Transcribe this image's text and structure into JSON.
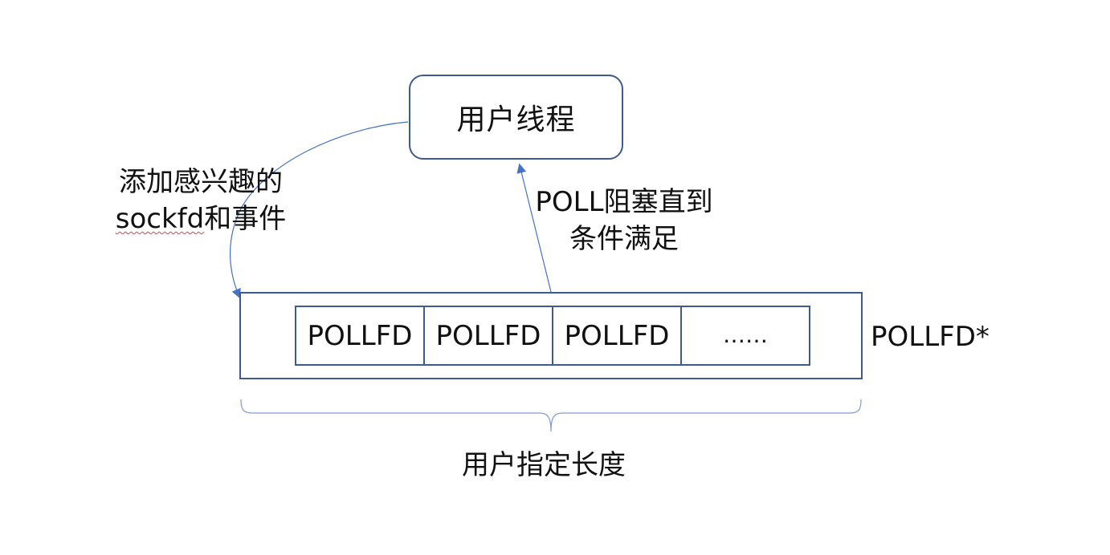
{
  "thread": {
    "label": "用户线程"
  },
  "array": {
    "cells": [
      "POLLFD",
      "POLLFD",
      "POLLFD",
      "……"
    ],
    "pointer_label": "POLLFD*"
  },
  "labels": {
    "add_line1": "添加感兴趣的",
    "add_line2_sockfd": "sockfd",
    "add_line2_rest": "和事件",
    "poll_line1": "POLL阻塞直到",
    "poll_line2": "条件满足",
    "length": "用户指定长度"
  },
  "colors": {
    "border": "#3f5a8c",
    "arrow": "#4472c4",
    "brace": "#7f9bd0",
    "spellcheck_underline": "#d24a4a"
  }
}
